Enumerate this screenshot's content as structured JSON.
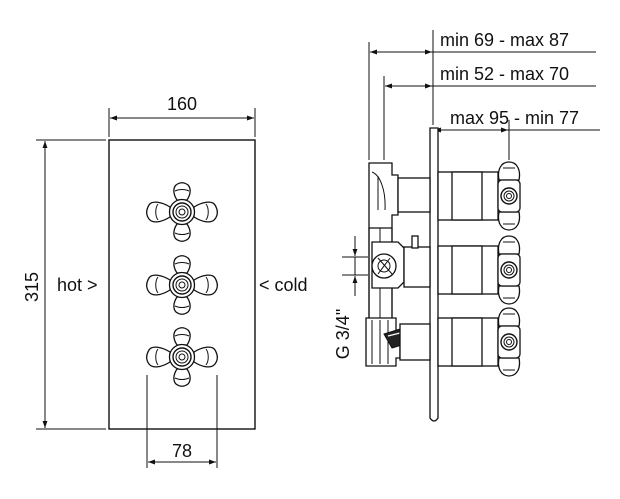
{
  "front_view": {
    "width_dim": "160",
    "height_dim": "315",
    "spacing_dim": "78",
    "hot_label": "hot >",
    "cold_label": "< cold"
  },
  "side_view": {
    "dim_1": "min 69 - max 87",
    "dim_2": "min 52 - max 70",
    "dim_3": "max 95 - min 77",
    "thread_label": "G 3/4\""
  }
}
